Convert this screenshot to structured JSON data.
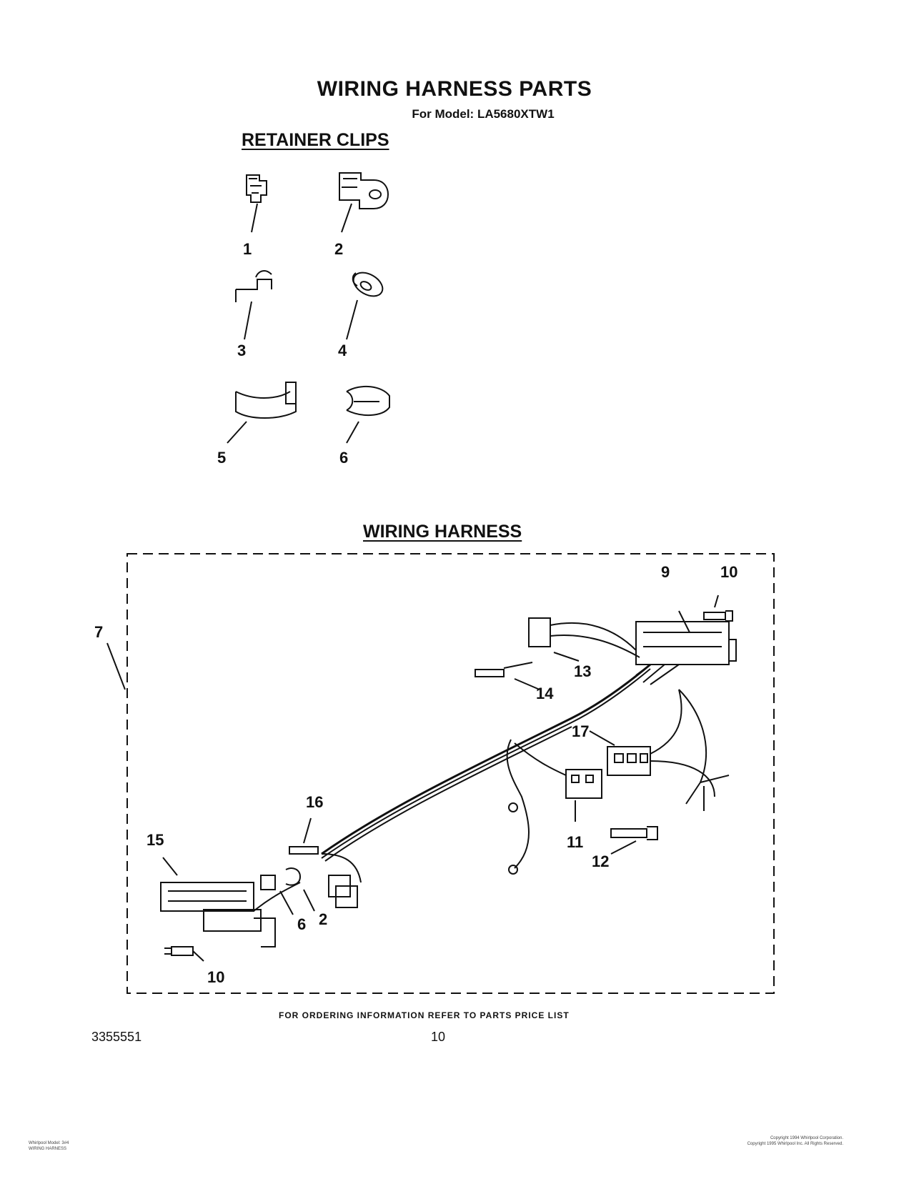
{
  "header": {
    "title": "WIRING HARNESS PARTS",
    "model": "For Model: LA5680XTW1"
  },
  "sections": {
    "retainer_clips": "RETAINER CLIPS",
    "wiring_harness": "WIRING HARNESS"
  },
  "retainer_clip_numbers": [
    "1",
    "2",
    "3",
    "4",
    "5",
    "6"
  ],
  "harness_callouts": [
    "7",
    "9",
    "10",
    "13",
    "14",
    "17",
    "11",
    "12",
    "16",
    "15",
    "6",
    "2",
    "10"
  ],
  "footer": {
    "ordering_note": "FOR ORDERING INFORMATION REFER TO PARTS PRICE LIST",
    "doc_number": "3355551",
    "page_number": "10",
    "left_small_1": "Whirlpool Model: 3#4",
    "left_small_2": "WIRING HARNESS",
    "right_small_1": "Copyright 1994 Whirlpool Corporation.",
    "right_small_2": "Copyright 1995 Whirlpool Inc. All Rights Reserved."
  }
}
